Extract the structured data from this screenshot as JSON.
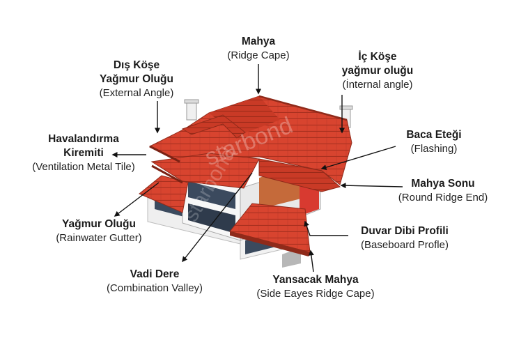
{
  "labels": [
    {
      "id": "mahya",
      "tr": "Mahya",
      "en": "(Ridge Cape)"
    },
    {
      "id": "dis-kose",
      "tr": "Dış Köşe\nYağmur Oluğu",
      "en": "(External Angle)"
    },
    {
      "id": "ic-kose",
      "tr": "İç Köşe\nyağmur oluğu",
      "en": "(İnternal angle)"
    },
    {
      "id": "havalandirma",
      "tr": "Havalandırma\nKiremiti",
      "en": "(Ventilation Metal Tile)"
    },
    {
      "id": "baca",
      "tr": "Baca Eteği",
      "en": "(Flashing)"
    },
    {
      "id": "mahya-sonu",
      "tr": "Mahya Sonu",
      "en": "(Round Ridge End)"
    },
    {
      "id": "yagmur",
      "tr": "Yağmur Oluğu",
      "en": "(Rainwater Gutter)"
    },
    {
      "id": "duvar",
      "tr": "Duvar Dibi Profili",
      "en": "(Baseboard Profle)"
    },
    {
      "id": "vadi",
      "tr": "Vadi Dere",
      "en": "(Combination Valley)"
    },
    {
      "id": "yansacak",
      "tr": "Yansacak Mahya",
      "en": "(Side Eayes Ridge Cape)"
    }
  ],
  "watermark": "starbond",
  "colors": {
    "roof": "#d8442f",
    "roof_dark": "#a8301f",
    "wall": "#f4f4f4",
    "glass": "#3b4a5e",
    "arrow": "#111111"
  }
}
